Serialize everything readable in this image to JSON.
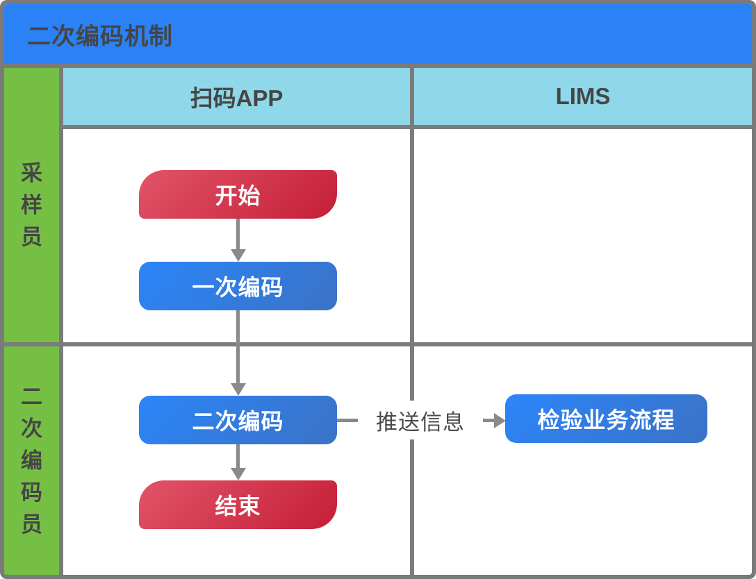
{
  "title": "二次编码机制",
  "diagram_type": "swimlane-flowchart",
  "columns": [
    {
      "id": "scan-app",
      "label": "扫码APP"
    },
    {
      "id": "lims",
      "label": "LIMS"
    }
  ],
  "lanes": [
    {
      "id": "sampler",
      "label": "采样员"
    },
    {
      "id": "secondary-coder",
      "label": "二次编码员"
    }
  ],
  "nodes": [
    {
      "id": "start",
      "label": "开始",
      "type": "terminator",
      "lane": "采样员",
      "column": "扫码APP"
    },
    {
      "id": "first-coding",
      "label": "一次编码",
      "type": "process",
      "lane": "采样员",
      "column": "扫码APP"
    },
    {
      "id": "second-coding",
      "label": "二次编码",
      "type": "process",
      "lane": "二次编码员",
      "column": "扫码APP"
    },
    {
      "id": "end",
      "label": "结束",
      "type": "terminator",
      "lane": "二次编码员",
      "column": "扫码APP"
    },
    {
      "id": "inspection-flow",
      "label": "检验业务流程",
      "type": "process",
      "lane": "二次编码员",
      "column": "LIMS"
    }
  ],
  "edges": [
    {
      "from": "start",
      "to": "first-coding",
      "label": ""
    },
    {
      "from": "first-coding",
      "to": "second-coding",
      "label": ""
    },
    {
      "from": "second-coding",
      "to": "end",
      "label": ""
    },
    {
      "from": "second-coding",
      "to": "inspection-flow",
      "label": "推送信息"
    }
  ],
  "colors": {
    "title_bar": "#2B82F7",
    "lane_bg": "#76BF45",
    "column_header_bg": "#8FD8EA",
    "grid_line": "#7B7B7B",
    "arrow": "#8A8A8A",
    "terminator_gradient_start": "#E25468",
    "terminator_gradient_end": "#C41E37",
    "process_gradient_start": "#2B85F9",
    "process_gradient_end": "#3B72C6",
    "node_text": "#FFFFFF",
    "label_text": "#454545"
  }
}
